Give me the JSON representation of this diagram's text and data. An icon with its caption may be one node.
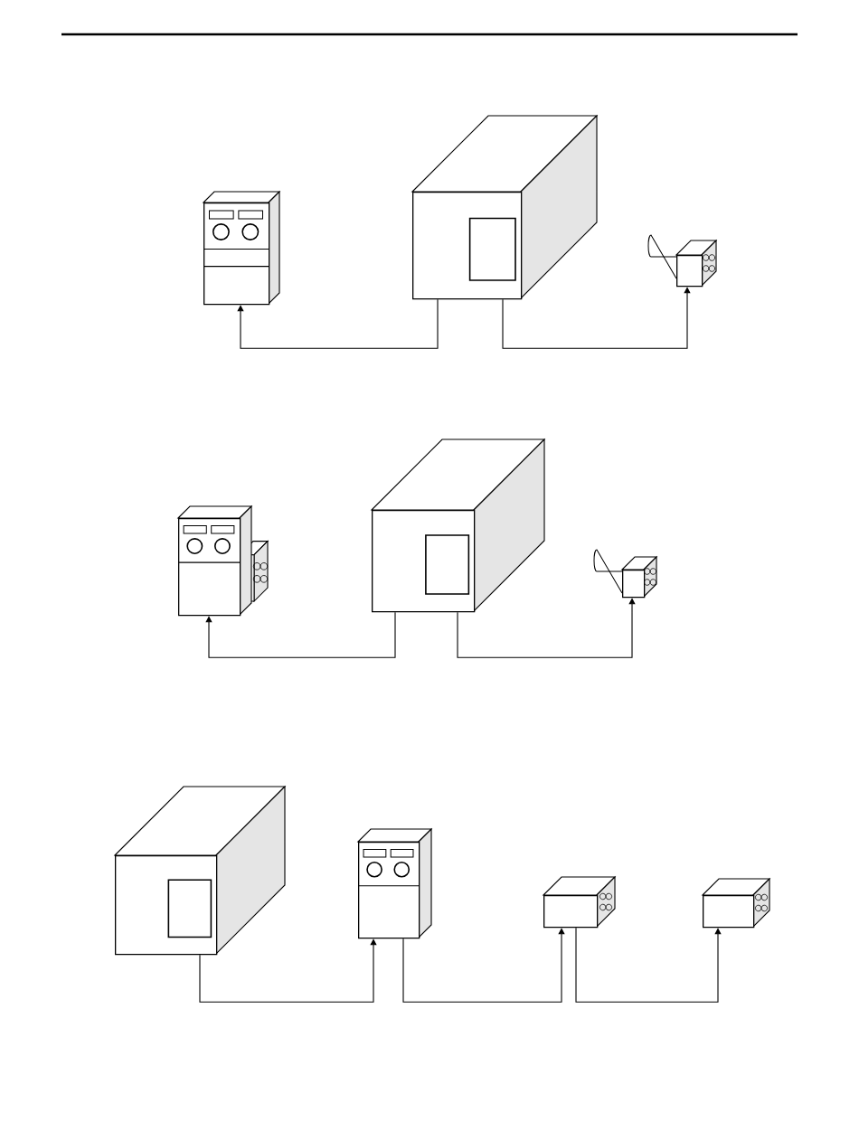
{
  "diagram": {
    "nodes": [
      {
        "text": [],
        "shape": "controller"
      },
      {
        "text": [],
        "shape": "cabinet"
      },
      {
        "text": [],
        "shape": "motor"
      },
      {
        "text": [],
        "shape": "controller"
      },
      {
        "text": [],
        "shape": "cabinet"
      },
      {
        "text": [],
        "shape": "motor"
      },
      {
        "text": [],
        "shape": "cabinet"
      },
      {
        "text": [],
        "shape": "controller"
      },
      {
        "text": [],
        "shape": "box"
      },
      {
        "text": [],
        "shape": "box"
      }
    ],
    "edges": [
      {
        "from": 1,
        "to": 0,
        "arrow": "to"
      },
      {
        "from": 1,
        "to": 2,
        "arrow": "to"
      },
      {
        "from": 4,
        "to": 3,
        "arrow": "to"
      },
      {
        "from": 4,
        "to": 5,
        "arrow": "to"
      },
      {
        "from": 6,
        "to": 7,
        "arrow": "to"
      },
      {
        "from": 7,
        "to": 8,
        "arrow": "to"
      },
      {
        "from": 8,
        "to": 9,
        "arrow": "to"
      }
    ]
  }
}
